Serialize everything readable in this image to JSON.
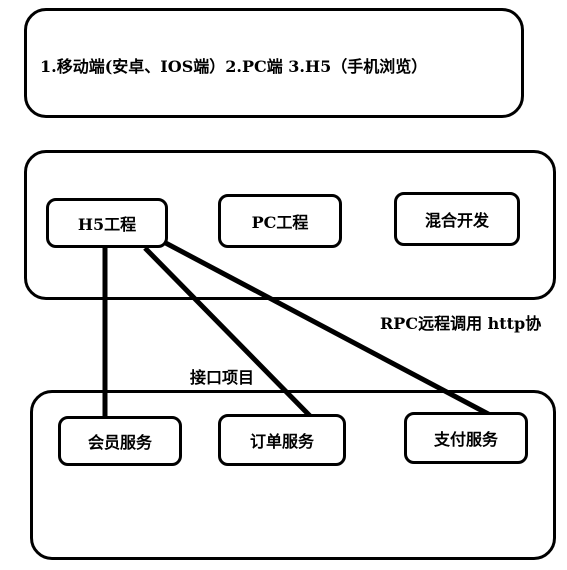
{
  "clients_line": "1.移动端(安卓、IOS端）2.PC端 3.H5（手机浏览）",
  "projects": {
    "h5": "H5工程",
    "pc": "PC工程",
    "hybrid": "混合开发"
  },
  "rpc_label": "RPC远程调用  http协",
  "api_label": "接口项目",
  "services": {
    "member": "会员服务",
    "order": "订单服务",
    "payment": "支付服务"
  }
}
